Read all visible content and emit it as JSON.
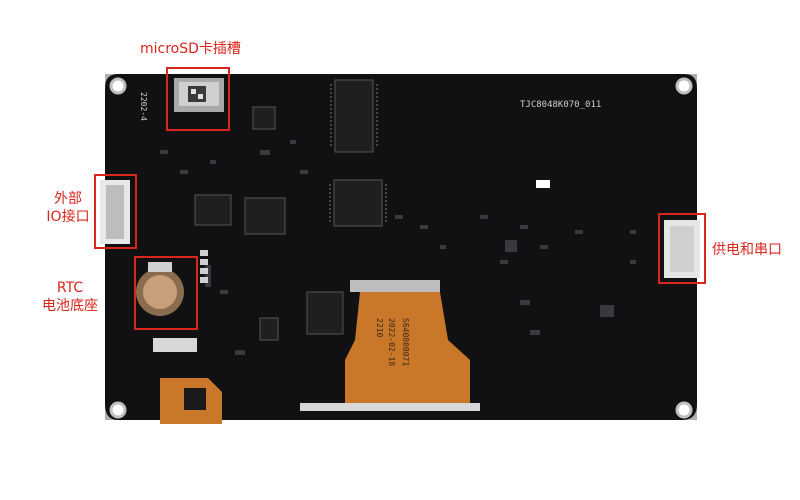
{
  "annotations": {
    "microsd": "microSD卡插槽",
    "external_io": [
      "外部",
      "IO接口"
    ],
    "rtc": [
      "RTC",
      "电池底座"
    ],
    "power_serial": "供电和串口"
  },
  "board": {
    "model_marking": "TJC8048K070_011",
    "date_marking_small": "2202-4",
    "fpc_date": "2022-02-18",
    "fpc_code": "2210",
    "fpc_serial": "S640800071"
  },
  "colors": {
    "board": "#0d0d0f",
    "annotation": "#d9261c",
    "fpc": "#c9782a"
  }
}
